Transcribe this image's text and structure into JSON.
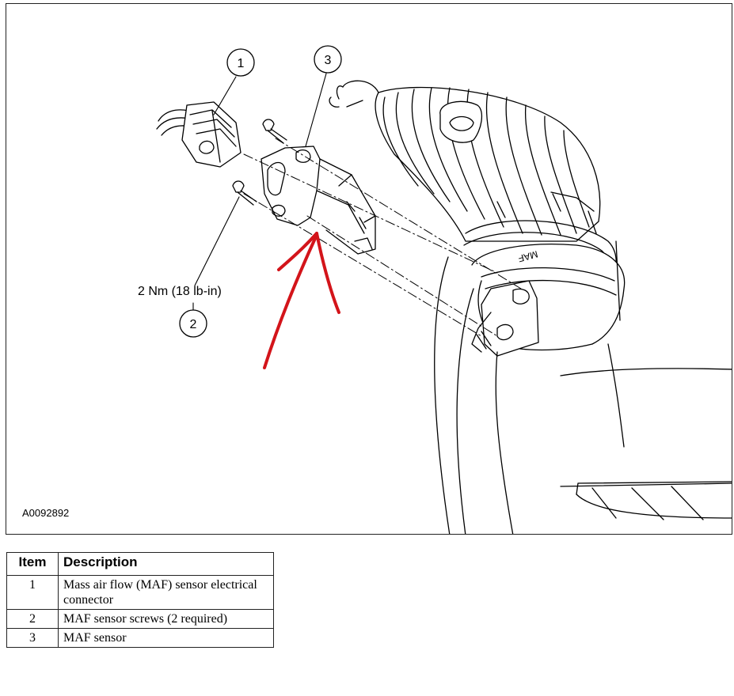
{
  "figure": {
    "id": "A0092892",
    "callouts": [
      "1",
      "2",
      "3"
    ],
    "torque": "2 Nm (18 lb-in)",
    "housing_marking": "MAF",
    "colors": {
      "ink": "#000000",
      "annotation_arrow": "#d3141a",
      "background": "#ffffff"
    }
  },
  "legend": {
    "headers": {
      "item": "Item",
      "description": "Description"
    },
    "rows": [
      {
        "item": "1",
        "description": "Mass air flow (MAF) sensor electrical connector"
      },
      {
        "item": "2",
        "description": "MAF sensor screws (2 required)"
      },
      {
        "item": "3",
        "description": "MAF sensor"
      }
    ]
  }
}
